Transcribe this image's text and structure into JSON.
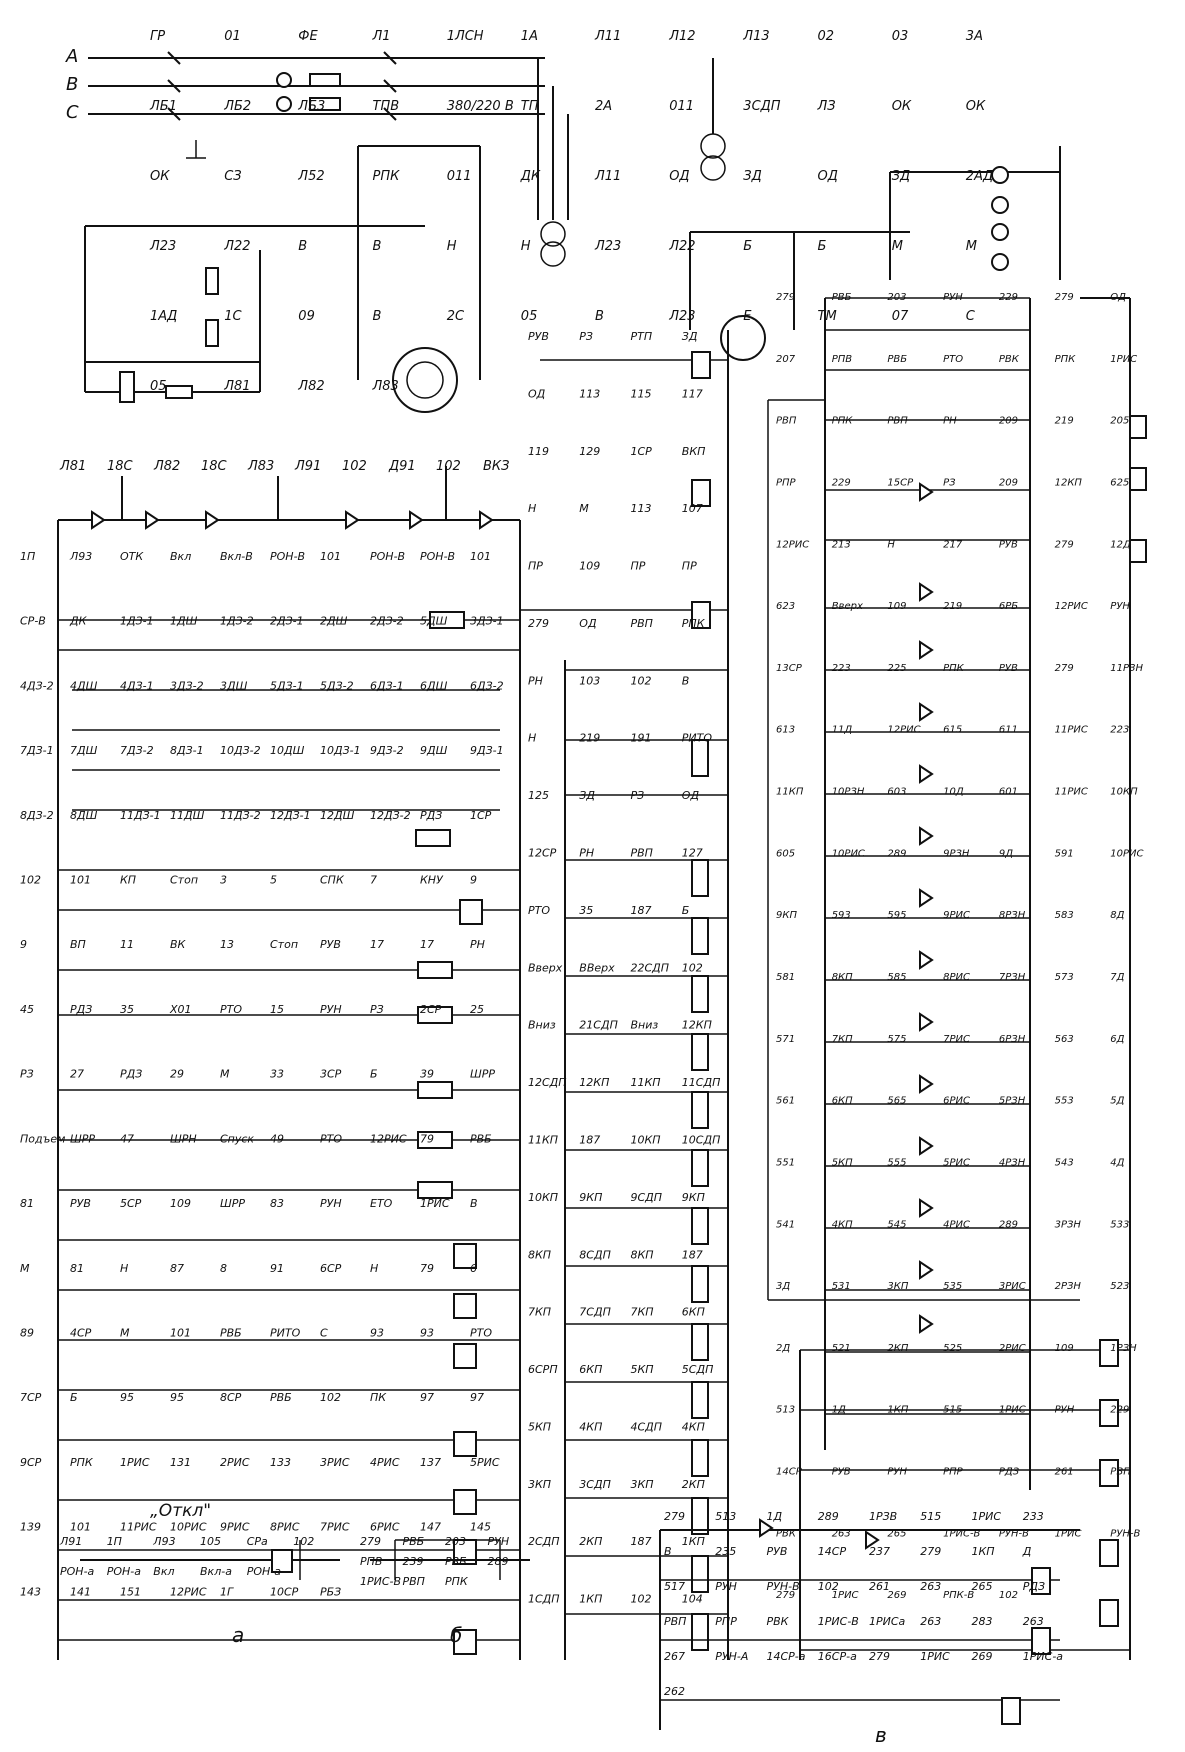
{
  "phases": [
    "A",
    "B",
    "C"
  ],
  "top_section": {
    "labels": [
      "ГР",
      "01",
      "ФЕ",
      "Л1",
      "1ЛСН",
      "1А",
      "Л11",
      "Л12",
      "Л13",
      "02",
      "03",
      "3А",
      "ЛБ1",
      "ЛБ2",
      "ЛБ3",
      "ТПВ",
      "380/220 В",
      "ТП",
      "2А",
      "011",
      "3СДП",
      "ЛЗ",
      "ОК",
      "ОК",
      "ОК",
      "СЗ",
      "Л52",
      "РПК",
      "011",
      "ДК",
      "Л11",
      "ОД",
      "ЗД",
      "ОД",
      "ЗД",
      "2АД",
      "Л23",
      "Л22",
      "В",
      "В",
      "Н",
      "Н",
      "Л23",
      "Л22",
      "Б",
      "Б",
      "М",
      "М",
      "1АД",
      "1С",
      "09",
      "В",
      "2С",
      "05",
      "В",
      "Л23",
      "Е",
      "ТМ",
      "07",
      "С",
      "05",
      "Л81",
      "Л82",
      "Л83"
    ]
  },
  "rectifier": {
    "labels": [
      "Л81",
      "18С",
      "Л82",
      "18С",
      "Л83",
      "Л91",
      "102",
      "Д91",
      "102",
      "ВКЗ"
    ]
  },
  "left_panel": {
    "labels": [
      "1П",
      "Л93",
      "ОТК",
      "Вкл",
      "Вкл-В",
      "РОН-В",
      "101",
      "РОН-В",
      "РОН-В",
      "101",
      "СР-В",
      "ДК",
      "1ДЗ-1",
      "1ДШ",
      "1ДЗ-2",
      "2ДЗ-1",
      "2ДШ",
      "2ДЗ-2",
      "5ДШ",
      "3ДЗ-1",
      "4ДЗ-2",
      "4ДШ",
      "4ДЗ-1",
      "3ДЗ-2",
      "3ДШ",
      "5ДЗ-1",
      "5ДЗ-2",
      "6ДЗ-1",
      "6ДШ",
      "6ДЗ-2",
      "7ДЗ-1",
      "7ДШ",
      "7ДЗ-2",
      "8ДЗ-1",
      "10ДЗ-2",
      "10ДШ",
      "10ДЗ-1",
      "9ДЗ-2",
      "9ДШ",
      "9ДЗ-1",
      "8ДЗ-2",
      "8ДШ",
      "11ДЗ-1",
      "11ДШ",
      "11ДЗ-2",
      "12ДЗ-1",
      "12ДШ",
      "12ДЗ-2",
      "РДЗ",
      "1СР",
      "102",
      "101",
      "КП",
      "Стоп",
      "3",
      "5",
      "СПК",
      "7",
      "КНУ",
      "9",
      "9",
      "ВП",
      "11",
      "ВК",
      "13",
      "Стоп",
      "РУВ",
      "17",
      "17",
      "РН",
      "45",
      "РДЗ",
      "35",
      "Х01",
      "РТО",
      "15",
      "РУН",
      "РЗ",
      "2СР",
      "25",
      "РЗ",
      "27",
      "РДЗ",
      "29",
      "М",
      "33",
      "3СР",
      "Б",
      "39",
      "ШРР",
      "Подъем",
      "ШРР",
      "47",
      "ШРН",
      "Спуск",
      "49",
      "РТО",
      "12РИС",
      "79",
      "РВБ",
      "81",
      "РУВ",
      "5СР",
      "109",
      "ШРР",
      "83",
      "РУН",
      "ЕТО",
      "1РИС",
      "В",
      "М",
      "81",
      "Н",
      "87",
      "8",
      "91",
      "6СР",
      "Н",
      "79",
      "6",
      "89",
      "4СР",
      "М",
      "101",
      "РВБ",
      "РИТО",
      "С",
      "93",
      "93",
      "РТО",
      "7СР",
      "Б",
      "95",
      "95",
      "8СР",
      "РВБ",
      "102",
      "ПК",
      "97",
      "97",
      "9СР",
      "РПК",
      "1РИС",
      "131",
      "2РИС",
      "133",
      "3РИС",
      "4РИС",
      "137",
      "5РИС",
      "139",
      "101",
      "11РИС",
      "10РИС",
      "9РИС",
      "8РИС",
      "7РИС",
      "6РИС",
      "147",
      "145",
      "143",
      "141",
      "151",
      "12РИС",
      "1Г",
      "10СР",
      "РБЗ"
    ]
  },
  "middle_panel": {
    "labels": [
      "РУВ",
      "РЗ",
      "РТП",
      "ЗД",
      "ОД",
      "113",
      "115",
      "117",
      "119",
      "129",
      "1СР",
      "ВКП",
      "Н",
      "М",
      "113",
      "107",
      "ПР",
      "109",
      "ПР",
      "ПР",
      "279",
      "ОД",
      "РВП",
      "РПК",
      "РН",
      "103",
      "102",
      "В",
      "Н",
      "219",
      "191",
      "РИТО",
      "125",
      "ЗД",
      "РЗ",
      "ОД",
      "12СР",
      "РН",
      "РВП",
      "127",
      "РТО",
      "35",
      "187",
      "Б",
      "Вверх",
      "ВВерх",
      "22СДП",
      "102",
      "Вниз",
      "21СДП",
      "Вниз",
      "12КП",
      "12СДП",
      "12КП",
      "11КП",
      "11СДП",
      "11КП",
      "187",
      "10КП",
      "10СДП",
      "10КП",
      "9КП",
      "9СДП",
      "9КП",
      "8КП",
      "8СДП",
      "8КП",
      "187",
      "7КП",
      "7СДП",
      "7КП",
      "6КП",
      "6СРП",
      "6КП",
      "5КП",
      "5СДП",
      "5КП",
      "4КП",
      "4СДП",
      "4КП",
      "3КП",
      "3СДП",
      "3КП",
      "2КП",
      "2СДП",
      "2КП",
      "187",
      "1КП",
      "1СДП",
      "1КП",
      "102",
      "104"
    ]
  },
  "right_panel": {
    "labels": [
      "279",
      "РВБ",
      "203",
      "РУН",
      "229",
      "279",
      "ОД",
      "207",
      "РПВ",
      "РВБ",
      "РТО",
      "РВК",
      "РПК",
      "1РИС",
      "РВП",
      "РПК",
      "РВП",
      "РН",
      "209",
      "219",
      "205",
      "РПР",
      "229",
      "15СР",
      "РЗ",
      "209",
      "12КП",
      "625",
      "12РИС",
      "213",
      "Н",
      "217",
      "РУВ",
      "279",
      "12Д",
      "623",
      "Вверх",
      "109",
      "219",
      "6РБ",
      "12РИС",
      "РУН",
      "13СР",
      "223",
      "225",
      "РПК",
      "РУВ",
      "279",
      "11РЗН",
      "613",
      "11Д",
      "12РИС",
      "615",
      "611",
      "11РИС",
      "223",
      "11КП",
      "10РЗН",
      "603",
      "10Д",
      "601",
      "11РИС",
      "10КП",
      "605",
      "10РИС",
      "289",
      "9РЗН",
      "9Д",
      "591",
      "10РИС",
      "9КП",
      "593",
      "595",
      "9РИС",
      "8РЗН",
      "583",
      "8Д",
      "581",
      "8КП",
      "585",
      "8РИС",
      "7РЗН",
      "573",
      "7Д",
      "571",
      "7КП",
      "575",
      "7РИС",
      "6РЗН",
      "563",
      "6Д",
      "561",
      "6КП",
      "565",
      "6РИС",
      "5РЗН",
      "553",
      "5Д",
      "551",
      "5КП",
      "555",
      "5РИС",
      "4РЗН",
      "543",
      "4Д",
      "541",
      "4КП",
      "545",
      "4РИС",
      "289",
      "3РЗН",
      "533",
      "3Д",
      "531",
      "3КП",
      "535",
      "3РИС",
      "2РЗН",
      "523",
      "2Д",
      "521",
      "2КП",
      "525",
      "2РИС",
      "109",
      "1РЗН",
      "513",
      "1Д",
      "1КП",
      "515",
      "1РИС",
      "РУН",
      "229",
      "14СР",
      "РУВ",
      "РУН",
      "РПР",
      "РДЗ",
      "261",
      "РВП",
      "РВК",
      "263",
      "265",
      "1РИС-В",
      "РУН-В",
      "1РИС",
      "РУН-В",
      "279",
      "1РИС",
      "269",
      "РПК-В",
      "102"
    ]
  },
  "inset_a": {
    "title": "„Откл\"",
    "caption": "а",
    "labels": [
      "Л91",
      "1П",
      "Л93",
      "105",
      "СРа",
      "102",
      "РОН-а",
      "РОН-а",
      "Вкл",
      "Вкл-а",
      "РОН-а"
    ]
  },
  "inset_b": {
    "caption": "б",
    "labels": [
      "279",
      "РВБ",
      "203",
      "РУН",
      "РПВ",
      "239",
      "РВБ",
      "289",
      "1РИС-В",
      "РВП",
      "РПК"
    ]
  },
  "inset_v": {
    "caption": "в",
    "labels": [
      "279",
      "513",
      "1Д",
      "289",
      "1РЗВ",
      "515",
      "1РИС",
      "233",
      "В",
      "235",
      "РУВ",
      "14СР",
      "237",
      "279",
      "1КП",
      "Д",
      "517",
      "РУН",
      "РУН-В",
      "102",
      "261",
      "263",
      "265",
      "РДЗ",
      "РВП",
      "РПР",
      "РВК",
      "1РИС-В",
      "1РИСа",
      "263",
      "283",
      "263",
      "267",
      "РУН-А",
      "14СР-а",
      "16СР-а",
      "279",
      "1РИС",
      "269",
      "1РИС-а",
      "262"
    ]
  }
}
